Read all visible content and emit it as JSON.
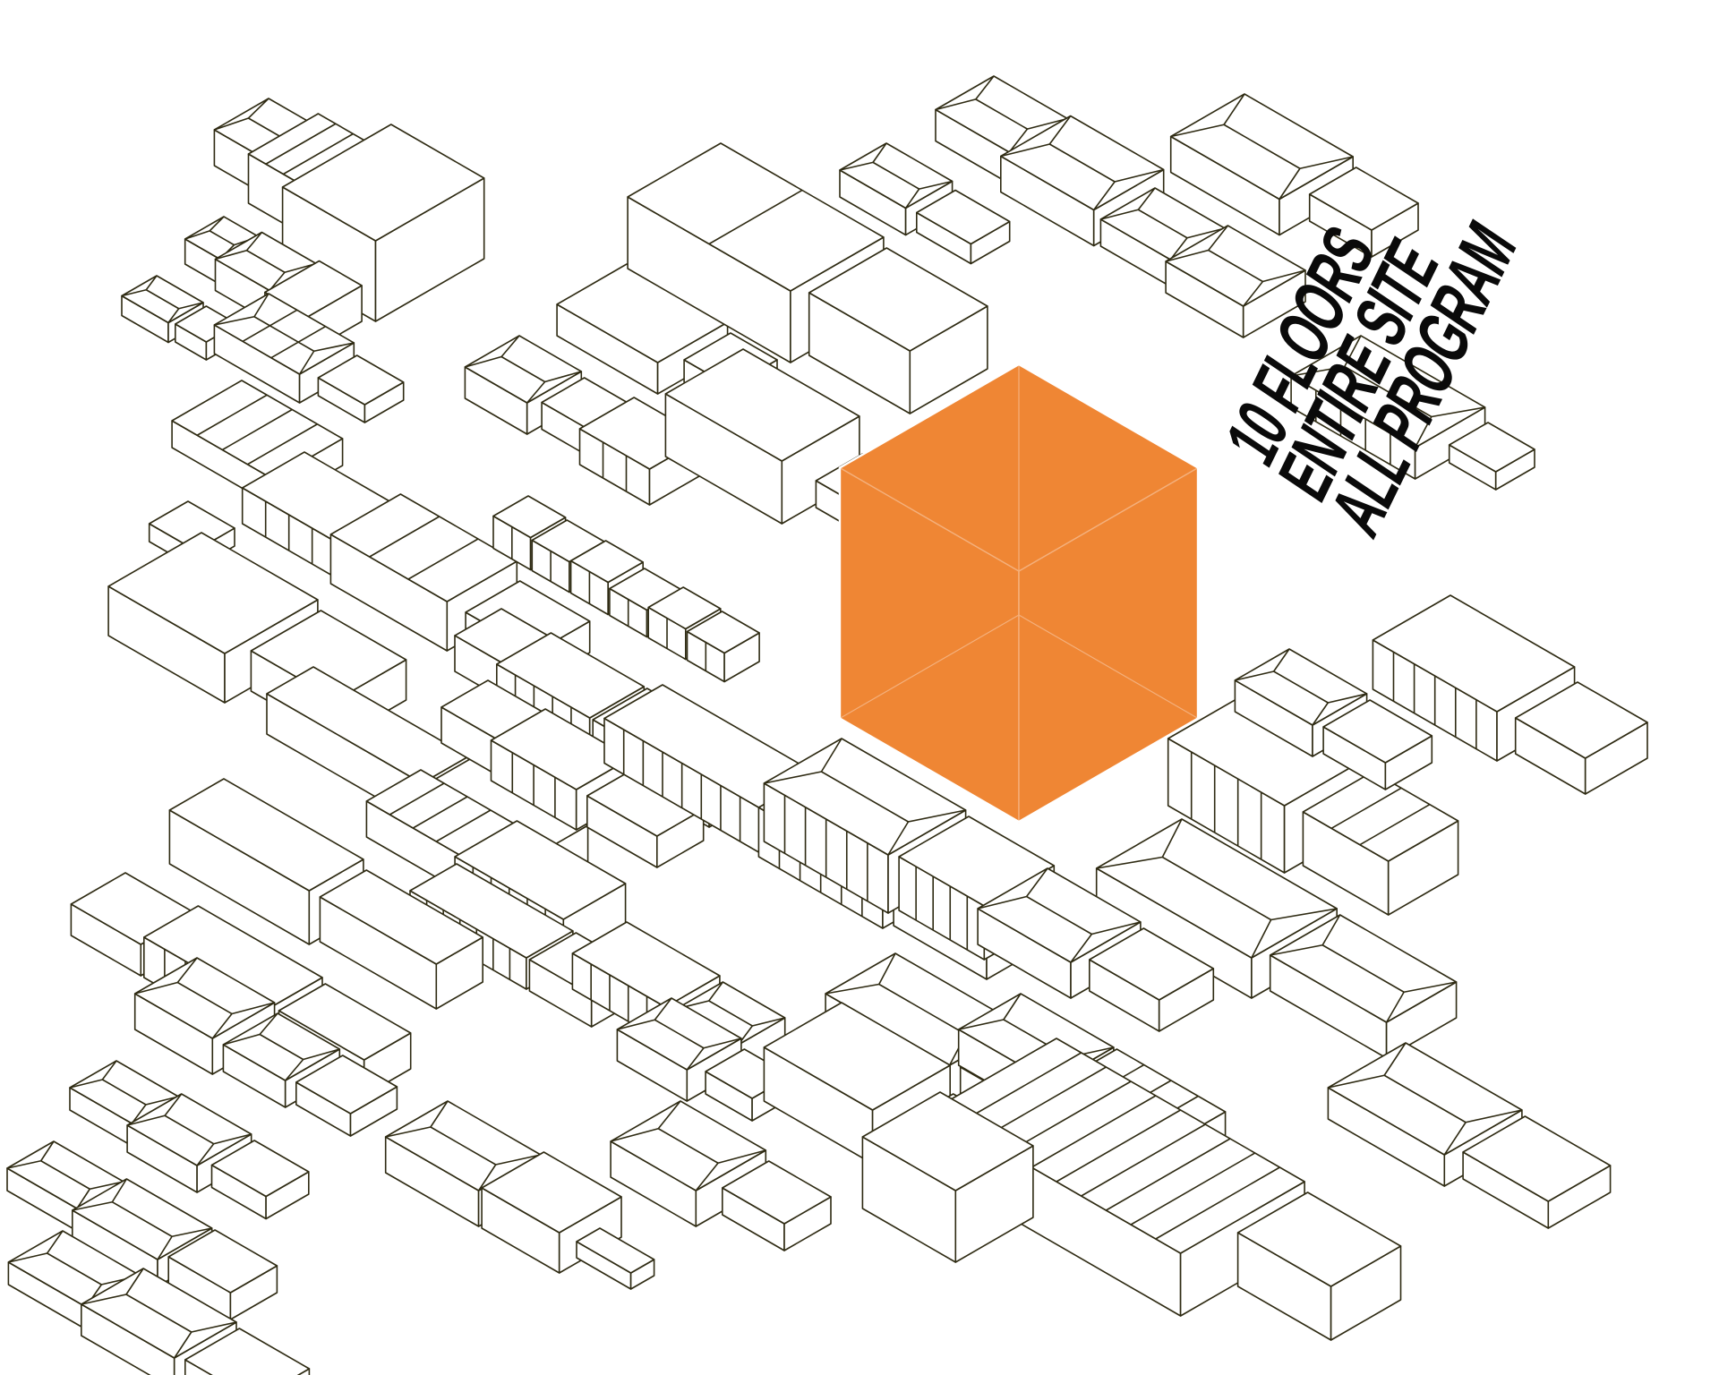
{
  "caption": {
    "lines": [
      "10 FLOORS",
      "ENTIRE SITE",
      "ALL PROGRAM"
    ]
  },
  "colors": {
    "massing": "#EF8634",
    "massing_edge": "#F4B07C",
    "outline": "#2E2A12",
    "background": "#FFFFFF",
    "text": "#0A0A0A"
  },
  "icons": {
    "proposed_massing": "orange-isometric-cube",
    "context_buildings": "isometric-outline-blocks"
  }
}
